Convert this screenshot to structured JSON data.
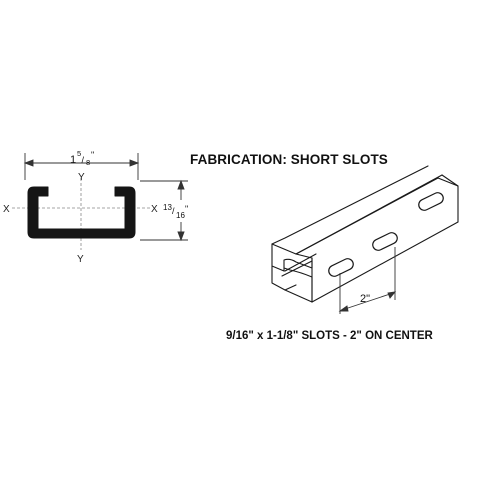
{
  "section_profile": {
    "width_whole": "1",
    "width_numerator": "5",
    "width_denominator": "8",
    "width_inch_mark": "\"",
    "height_numerator": "13",
    "height_denominator": "16",
    "height_inch_mark": "\"",
    "axis_x_left": "X",
    "axis_x_right": "X",
    "axis_y_top": "Y",
    "axis_y_bottom": "Y"
  },
  "fabrication": {
    "title": "FABRICATION: SHORT SLOTS",
    "spacing_label": "2\"",
    "caption": "9/16\" x 1-1/8\" SLOTS - 2\" ON CENTER"
  },
  "colors": {
    "line": "#1a1a1a",
    "dashed_axis": "#888888",
    "dimension": "#333333",
    "background": "#ffffff"
  }
}
